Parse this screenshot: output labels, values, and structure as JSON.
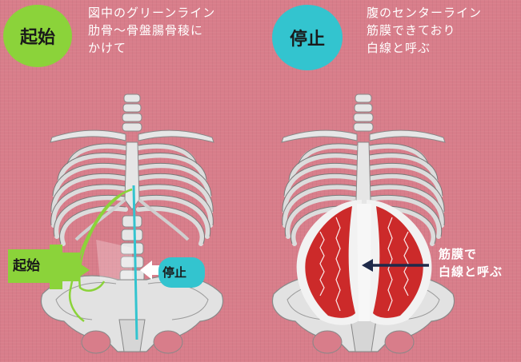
{
  "origin": {
    "badge": "起始",
    "description": [
      "図中のグリーンライン",
      "肋骨～骨盤腸骨稜に",
      "かけて"
    ],
    "callout": "起始",
    "color": "#8bd33a"
  },
  "insertion": {
    "badge": "停止",
    "description": [
      "腹のセンターライン",
      "筋膜できており",
      "白線と呼ぶ"
    ],
    "callout": "停止",
    "color": "#33c4cf"
  },
  "fascia_note": [
    "筋膜で",
    "白線と呼ぶ"
  ],
  "colors": {
    "background": "#d87d8a",
    "bone": "#e4e4e4",
    "muscle": "#cc2a2a",
    "fascia": "#f4f4f4",
    "arrow": "#1f2a4a"
  }
}
